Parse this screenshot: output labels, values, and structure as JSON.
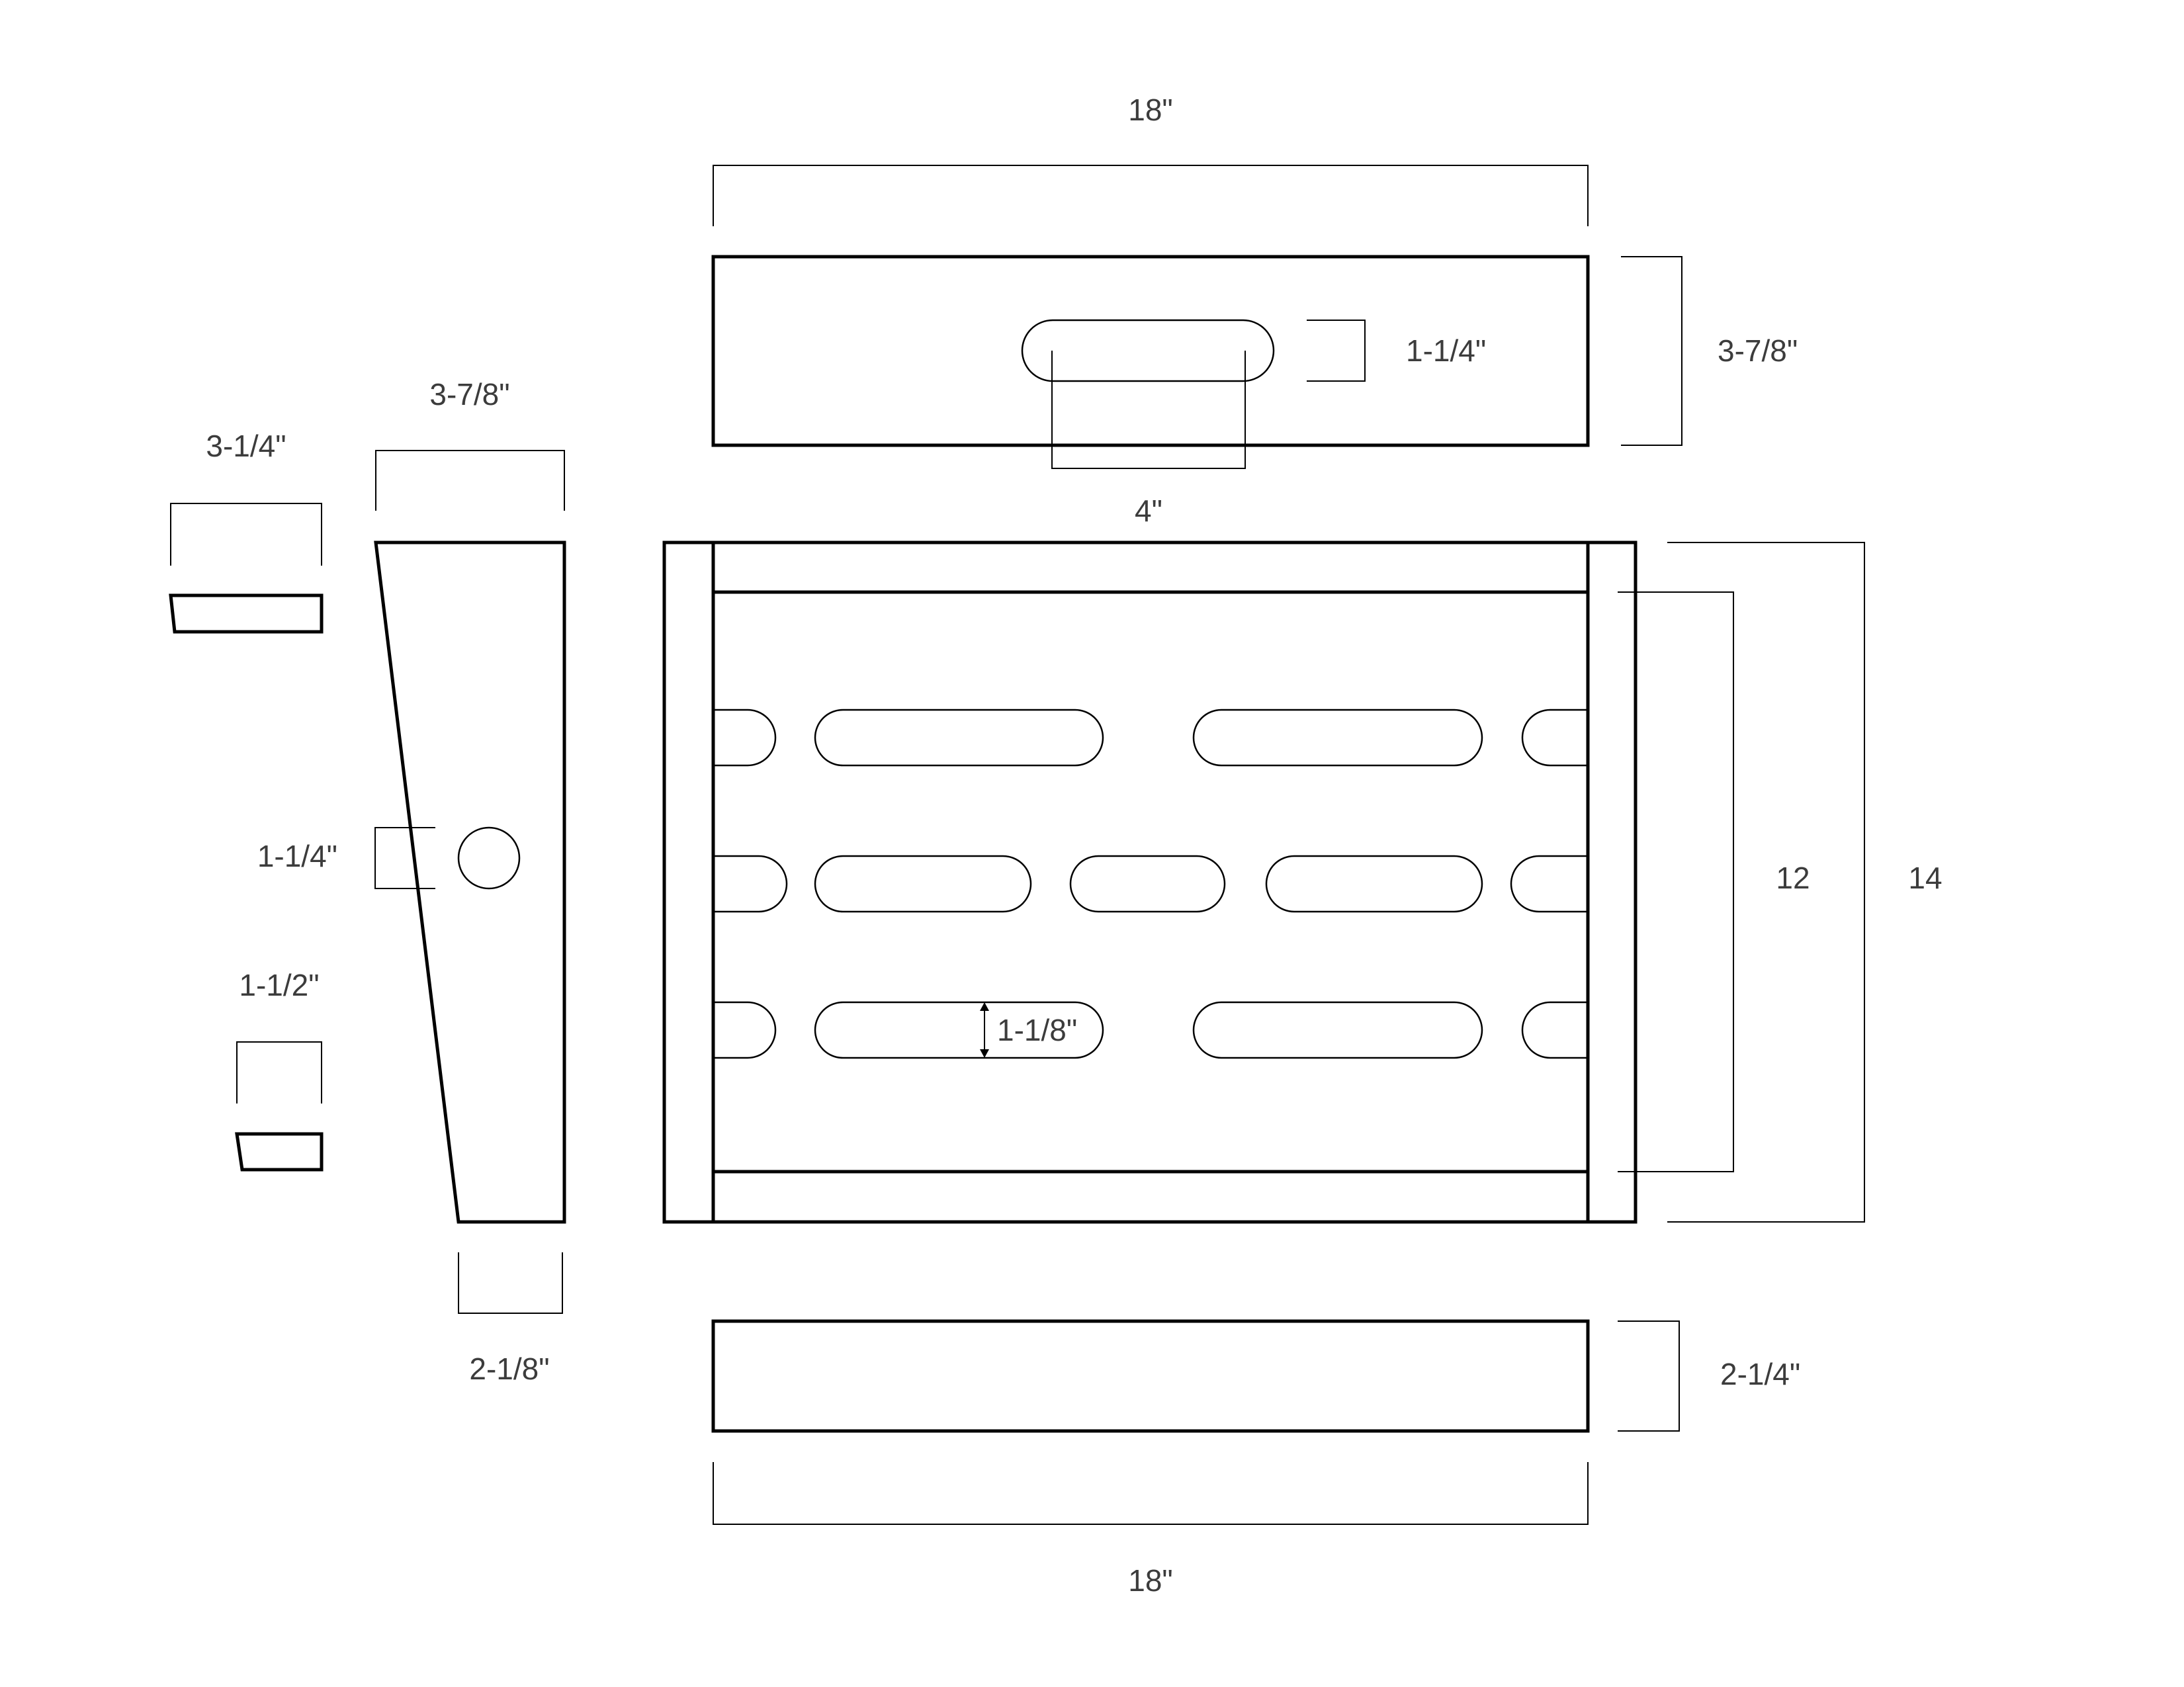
{
  "diagram": {
    "stroke_color": "#000000",
    "text_color": "#3c3c3c",
    "labels": {
      "top_width": "18\"",
      "handle_slot_height": "1-1/4\"",
      "top_height": "3-7/8\"",
      "handle_slot_length": "4\"",
      "side_top_width": "3-7/8\"",
      "block_top_width": "3-1/4\"",
      "side_hole": "1-1/4\"",
      "block_bottom_width": "1-1/2\"",
      "side_bottom_width": "2-1/8\"",
      "tray_inner_height": "12",
      "tray_outer_height": "14",
      "tray_slot_height": "1-1/8\"",
      "bottom_height": "2-1/4\"",
      "bottom_width": "18\""
    }
  }
}
